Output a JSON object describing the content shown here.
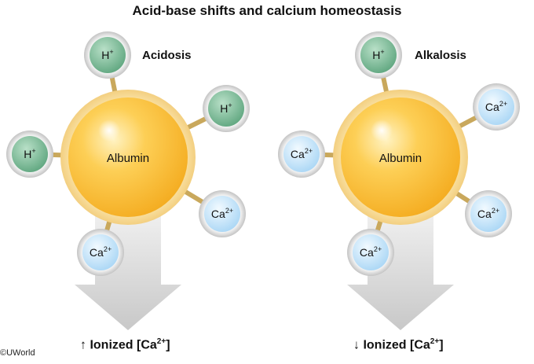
{
  "title": "Acid-base shifts and calcium homeostasis",
  "colors": {
    "albumin": "#fbbf24",
    "h_ion": "#7fbf9a",
    "ca_ion": "#cce8fb",
    "arrow": "#d9d9d9",
    "connector": "#c9a85c"
  },
  "panels": [
    {
      "label": "Acidosis",
      "center_label": "Albumin",
      "result_arrow": "↑",
      "result_text": "Ionized [Ca",
      "result_sup": "2+",
      "result_close": "]",
      "ions": [
        {
          "type": "h",
          "text": "H",
          "sup": "+"
        },
        {
          "type": "h",
          "text": "H",
          "sup": "+"
        },
        {
          "type": "h",
          "text": "H",
          "sup": "+"
        },
        {
          "type": "ca",
          "text": "Ca",
          "sup": "2+"
        },
        {
          "type": "ca",
          "text": "Ca",
          "sup": "2+"
        }
      ]
    },
    {
      "label": "Alkalosis",
      "center_label": "Albumin",
      "result_arrow": "↓",
      "result_text": "Ionized [Ca",
      "result_sup": "2+",
      "result_close": "]",
      "ions": [
        {
          "type": "h",
          "text": "H",
          "sup": "+"
        },
        {
          "type": "ca",
          "text": "Ca",
          "sup": "2+"
        },
        {
          "type": "ca",
          "text": "Ca",
          "sup": "2+"
        },
        {
          "type": "ca",
          "text": "Ca",
          "sup": "2+"
        },
        {
          "type": "ca",
          "text": "Ca",
          "sup": "2+"
        }
      ]
    }
  ],
  "copyright": "©UWorld"
}
